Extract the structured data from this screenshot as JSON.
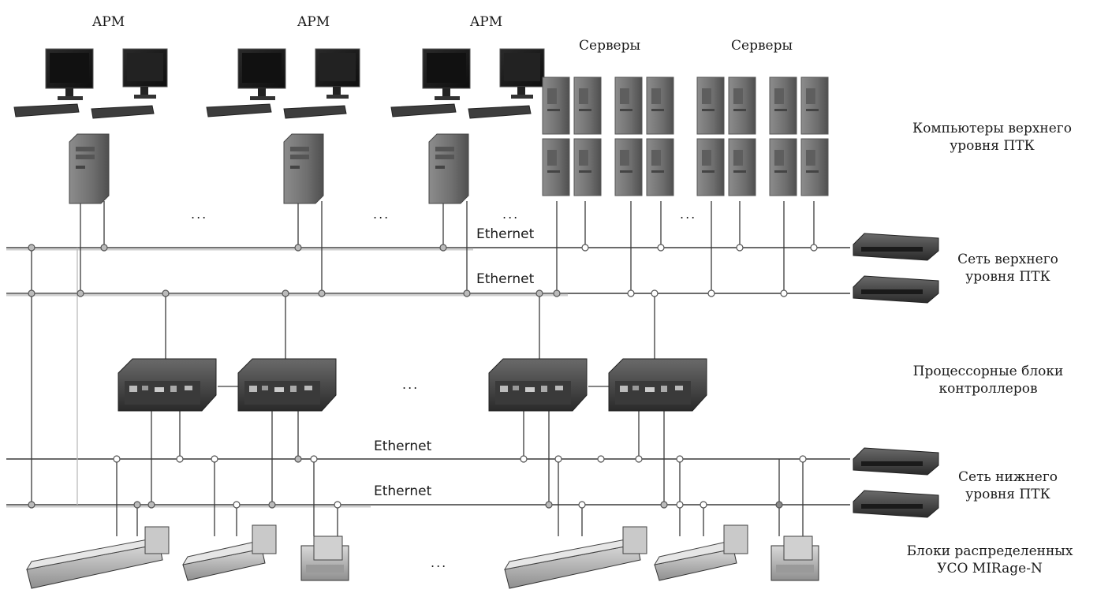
{
  "labels": {
    "arm": "APM",
    "servers": "Серверы",
    "ethernet": "Ethernet",
    "ellipsis": "..."
  },
  "levels": {
    "top_computers": [
      "Компьютеры верхнего",
      "уровня ПТК"
    ],
    "top_network": [
      "Сеть верхнего",
      "уровня ПТК"
    ],
    "processors": [
      "Процессорные блоки",
      "контроллеров"
    ],
    "bottom_network": [
      "Сеть нижнего",
      "уровня ПТК"
    ],
    "io_blocks": [
      "Блоки распределенных",
      "УСО MIRage-N"
    ]
  },
  "colors": {
    "line": "#3a3a3a",
    "bus_shadow": "#c8c8c8",
    "node": "#888888",
    "monitor": "#1b1b1b",
    "tower": "#7a7a7a",
    "device": "#2e2e2e"
  }
}
